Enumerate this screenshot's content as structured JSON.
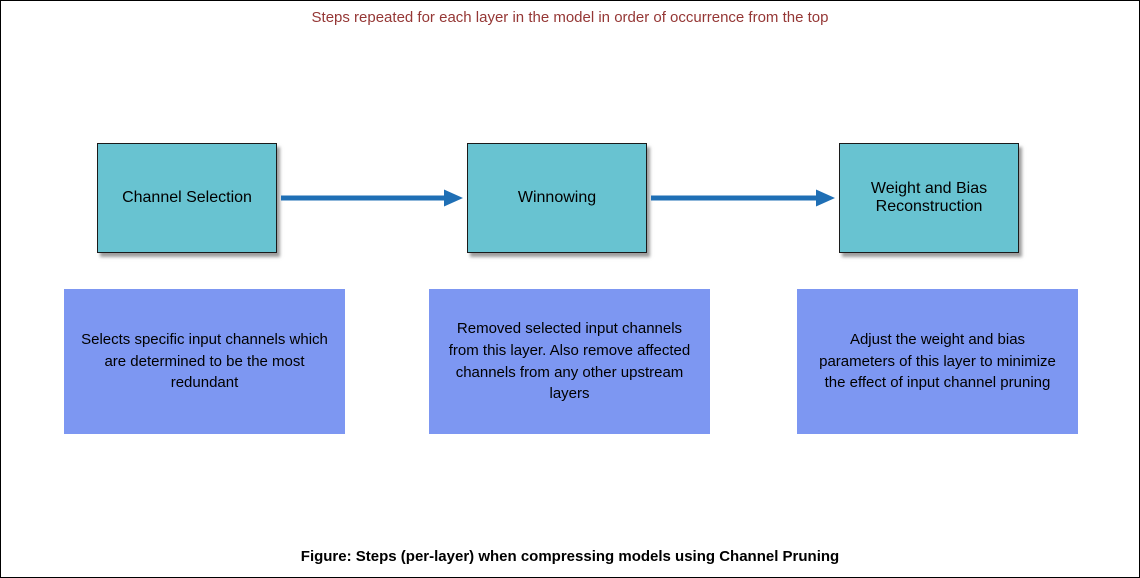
{
  "title": "Steps repeated for each layer in the model in order of occurrence from the top",
  "caption": "Figure: Steps (per-layer) when compressing models using Channel Pruning",
  "colors": {
    "title_text": "#953735",
    "step_fill": "#68C3D1",
    "step_border": "#1A1A1A",
    "desc_fill": "#7D97F2",
    "arrow": "#1F6FB5",
    "body_text": "#000000"
  },
  "steps": [
    {
      "label": "Channel Selection",
      "description": "Selects specific input channels which are determined to be the most redundant"
    },
    {
      "label": "Winnowing",
      "description": "Removed selected input channels from this layer. Also remove affected channels from any other upstream layers"
    },
    {
      "label": "Weight and Bias Reconstruction",
      "description": "Adjust the weight and bias parameters of this layer to minimize the effect of input channel pruning"
    }
  ]
}
